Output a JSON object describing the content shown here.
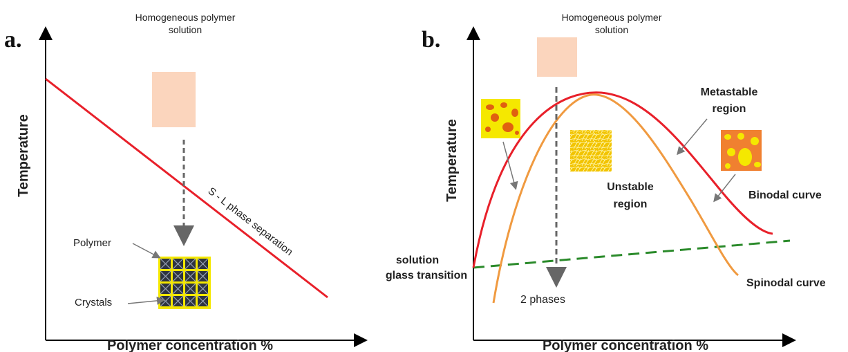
{
  "panel_a": {
    "letter": "a.",
    "top_label_line1": "Homogeneous polymer",
    "top_label_line2": "solution",
    "y_axis_label": "Temperature",
    "x_axis_label": "Polymer concentration %",
    "line_label": "S - L phase separation",
    "polymer_label": "Polymer",
    "crystals_label": "Crystals"
  },
  "panel_b": {
    "letter": "b.",
    "top_label_line1": "Homogeneous polymer",
    "top_label_line2": "solution",
    "y_axis_label": "Temperature",
    "x_axis_label": "Polymer concentration %",
    "metastable_line1": "Metastable",
    "metastable_line2": "region",
    "unstable_line1": "Unstable",
    "unstable_line2": "region",
    "binodal_label": "Binodal curve",
    "spinodal_label": "Spinodal curve",
    "glass_line1": "solution",
    "glass_line2": "glass transition",
    "phases_label": "2 phases"
  },
  "colors": {
    "binodal": "#e8202a",
    "spinodal": "#f09a40",
    "glass": "#2a8a2a",
    "solution_box": "#fbd5bd",
    "crystal_yellow": "#f5e800",
    "label_gray": "#666666"
  }
}
